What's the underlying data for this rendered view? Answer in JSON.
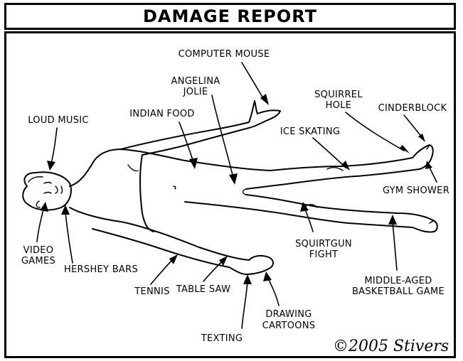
{
  "title": "DAMAGE REPORT",
  "labels": {
    "computer_mouse": "COMPUTER MOUSE",
    "angelina_1": "ANGELINA",
    "angelina_2": "JOLIE",
    "squirrel_1": "SQUIRREL",
    "squirrel_2": "HOLE",
    "cinderblock": "CINDERBLOCK",
    "loud_music": "LOUD MUSIC",
    "indian_food": "INDIAN FOOD",
    "ice_skating": "ICE SKATING",
    "gym_shower": "GYM SHOWER",
    "video_1": "VIDEO",
    "video_2": "GAMES",
    "hershey": "HERSHEY BARS",
    "squirtgun_1": "SQUIRTGUN",
    "squirtgun_2": "FIGHT",
    "middle_1": "MIDDLE-AGED",
    "middle_2": "BASKETBALL GAME",
    "tennis": "TENNIS",
    "table_saw": "TABLE SAW",
    "drawing_1": "DRAWING",
    "drawing_2": "CARTOONS",
    "texting": "TEXTING"
  },
  "signature": "©2005 Stivers"
}
